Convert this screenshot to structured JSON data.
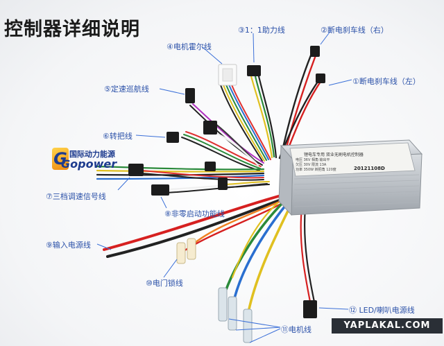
{
  "title": "控制器详细说明",
  "labels": {
    "l1": "①断电刹车线（左）",
    "l2": "②断电刹车线（右）",
    "l3": "③1：1助力线",
    "l4": "④电机霍尔线",
    "l5": "⑤定速巡航线",
    "l6": "⑥转把线",
    "l7": "⑦三档调速信号线",
    "l8": "⑧非零启动功能线",
    "l9": "⑨输入电源线",
    "l10": "⑩电门锁线",
    "l11": "⑪电机线",
    "l12": "⑫ LED/喇叭电源线"
  },
  "brand": {
    "cn": "国际动力能源",
    "en": "Gopower",
    "logo_letter": "G"
  },
  "plate": {
    "heading": "锂电车专用  双业无刷电机控制器",
    "row1": "电压 36V   相角 输出平",
    "row2": "欠压 30V   限流 13A",
    "row3": "功率 350W  转把角 120度",
    "serial": "20121108D"
  },
  "watermark": "YAPLAKAL.COM",
  "colors": {
    "label_text": "#2a50a8",
    "title_text": "#1b1b1b",
    "callout_line": "#3a6fd8"
  }
}
